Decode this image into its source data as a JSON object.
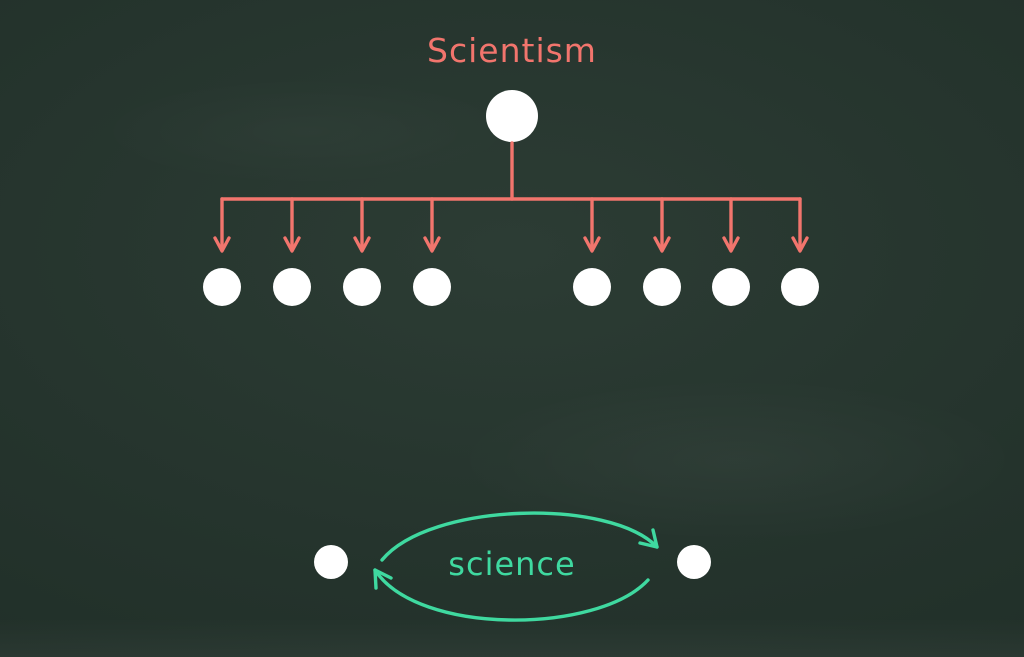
{
  "diagram": {
    "scientism": {
      "label": "Scientism",
      "structure": "one root node with a single authority branching down to eight child nodes",
      "child_count": 8
    },
    "science": {
      "label": "science",
      "structure": "two peer nodes exchanging via a two-way cyclic arrow loop",
      "node_count": 2
    }
  },
  "colors": {
    "background": "#24332c",
    "scientism-accent": "#f2756d",
    "science-accent": "#3fd9a0",
    "node-fill": "#ffffff"
  }
}
